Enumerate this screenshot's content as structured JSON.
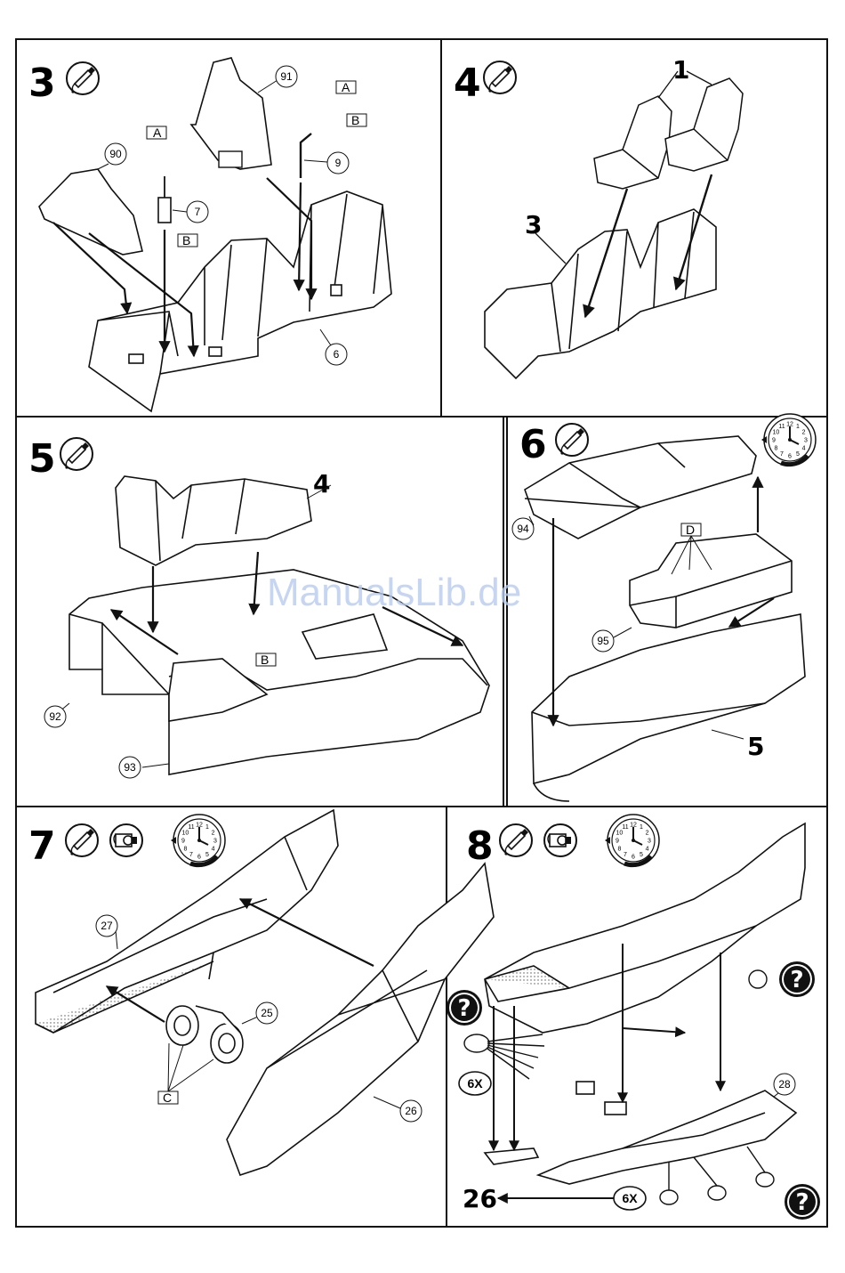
{
  "watermark": "ManualsLib.de",
  "steps": [
    {
      "number": "3",
      "parts": [
        "91",
        "90",
        "7",
        "9",
        "6"
      ],
      "tags": [
        "A",
        "B",
        "A",
        "B"
      ]
    },
    {
      "number": "4",
      "labels": [
        "1",
        "3"
      ]
    },
    {
      "number": "5",
      "labels": [
        "4"
      ],
      "parts": [
        "92",
        "93"
      ],
      "tags": [
        "B"
      ]
    },
    {
      "number": "6",
      "labels": [
        "5"
      ],
      "parts": [
        "94",
        "95"
      ],
      "tags": [
        "D"
      ]
    },
    {
      "number": "7",
      "parts": [
        "27",
        "25",
        "26"
      ],
      "tags": [
        "C"
      ]
    },
    {
      "number": "8",
      "parts": [
        "28"
      ],
      "labels": [
        "26"
      ],
      "multipliers": [
        "6X",
        "6X"
      ],
      "question": "?"
    }
  ],
  "icons": {
    "glue": "glue-tube-icon",
    "paint": "paint-tin-icon",
    "clock": "drying-clock-icon",
    "question": "question-mark-icon"
  },
  "clock_numbers": [
    "12",
    "1",
    "2",
    "3",
    "4",
    "5",
    "6",
    "7",
    "8",
    "9",
    "10",
    "11"
  ]
}
